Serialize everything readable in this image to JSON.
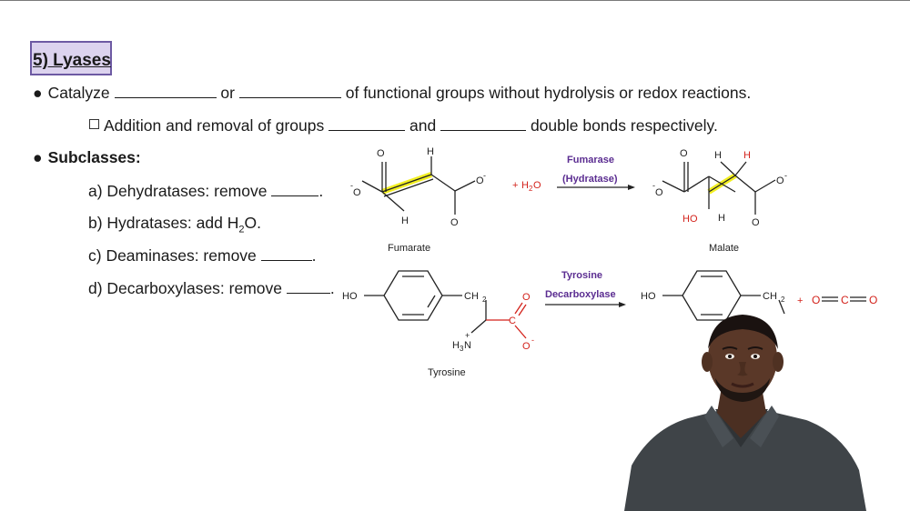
{
  "slide": {
    "title": "5) Lyases",
    "line1": {
      "prefix": "Catalyze",
      "middle": "or",
      "suffix": "of functional groups without hydrolysis or redox reactions."
    },
    "line2": {
      "prefix": "Addition and removal of groups",
      "middle": "and",
      "suffix": "double bonds respectively."
    },
    "subclasses_label": "Subclasses:",
    "items": [
      {
        "text": "a) Dehydratases: remove",
        "end": "."
      },
      {
        "text_pre": "b) Hydratases: add H",
        "sub": "2",
        "text_post": "O."
      },
      {
        "text": "c) Deaminases: remove",
        "end": "."
      },
      {
        "text": "d) Decarboxylases: remove",
        "end": "."
      }
    ]
  },
  "reaction1": {
    "reactant_name": "Fumarate",
    "product_name": "Malate",
    "reagent_h": "H",
    "reagent_o": "O",
    "reagent_plus": "+",
    "reagent_sub": "2",
    "enzyme_line1": "Fumarase",
    "enzyme_line2": "(Hydratase)",
    "atom_o": "O",
    "atom_h": "H",
    "atom_ho": "HO",
    "charge_minus": "-"
  },
  "reaction2": {
    "reactant_name": "Tyrosine",
    "enzyme_line1": "Tyrosine",
    "enzyme_line2": "Decarboxylase",
    "group_ho": "HO",
    "group_ch": "CH",
    "sub_2": "2",
    "atom_c": "C",
    "atom_o": "O",
    "amine_h": "H",
    "amine_sub": "3",
    "amine_n": "N",
    "amine_plus": "+",
    "plus": "+",
    "co2_c": "C",
    "co2_o": "O"
  },
  "colors": {
    "accent_purple": "#5b2d91",
    "highlight_yellow": "#f2ef22",
    "chem_red": "#d3221b",
    "title_box_fill": "#dcd3ee",
    "title_box_border": "#6d5aa3"
  }
}
